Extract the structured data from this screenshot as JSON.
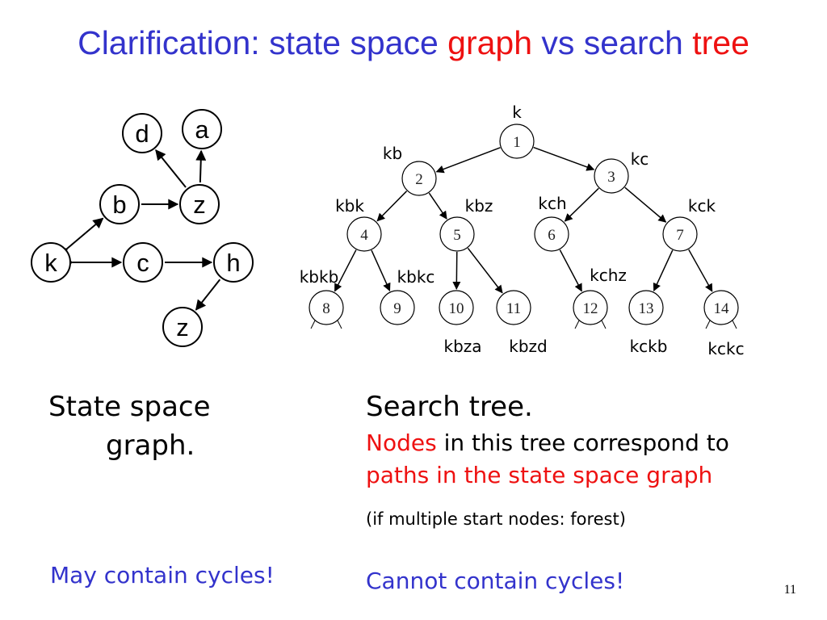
{
  "title": {
    "p1": "Clarification: state space ",
    "p2": "graph",
    "p3": " vs search ",
    "p4": "tree"
  },
  "colors": {
    "title_blue": "#3333cc",
    "accent_red": "#ee1111",
    "text": "#000000"
  },
  "graph": {
    "nodes": [
      {
        "id": "d",
        "label": "d"
      },
      {
        "id": "a",
        "label": "a"
      },
      {
        "id": "b",
        "label": "b"
      },
      {
        "id": "z1",
        "label": "z"
      },
      {
        "id": "k",
        "label": "k"
      },
      {
        "id": "c",
        "label": "c"
      },
      {
        "id": "h",
        "label": "h"
      },
      {
        "id": "z2",
        "label": "z"
      }
    ],
    "edges": [
      {
        "from": "z1",
        "to": "a"
      },
      {
        "from": "z1",
        "to": "d"
      },
      {
        "from": "b",
        "to": "z1"
      },
      {
        "from": "k",
        "to": "b",
        "both": true
      },
      {
        "from": "k",
        "to": "c",
        "both": true
      },
      {
        "from": "c",
        "to": "h"
      },
      {
        "from": "h",
        "to": "z2"
      }
    ]
  },
  "tree": {
    "nodes": [
      {
        "n": "1",
        "label": "k"
      },
      {
        "n": "2",
        "label": "kb"
      },
      {
        "n": "3",
        "label": "kc"
      },
      {
        "n": "4",
        "label": "kbk"
      },
      {
        "n": "5",
        "label": "kbz"
      },
      {
        "n": "6",
        "label": "kch"
      },
      {
        "n": "7",
        "label": "kck"
      },
      {
        "n": "8",
        "label": "kbkb"
      },
      {
        "n": "9",
        "label": "kbkc"
      },
      {
        "n": "10",
        "label": "kbza"
      },
      {
        "n": "11",
        "label": "kbzd"
      },
      {
        "n": "12",
        "label": "kchz"
      },
      {
        "n": "13",
        "label": "kckb"
      },
      {
        "n": "14",
        "label": "kckc"
      }
    ],
    "edges": [
      [
        "1",
        "2"
      ],
      [
        "1",
        "3"
      ],
      [
        "2",
        "4"
      ],
      [
        "2",
        "5"
      ],
      [
        "3",
        "6"
      ],
      [
        "3",
        "7"
      ],
      [
        "4",
        "8"
      ],
      [
        "4",
        "9"
      ],
      [
        "5",
        "10"
      ],
      [
        "5",
        "11"
      ],
      [
        "6",
        "12"
      ],
      [
        "7",
        "13"
      ],
      [
        "7",
        "14"
      ]
    ]
  },
  "left_caption": {
    "line1": "State space",
    "line2": "graph."
  },
  "left_note": "May contain cycles!",
  "right": {
    "heading": "Search tree.",
    "line2_red": "Nodes",
    "line2_rest": " in this tree correspond to",
    "line3": "paths in the state space graph",
    "line4": "(if multiple start nodes: forest)",
    "note": "Cannot contain cycles!"
  },
  "page_number": "11"
}
